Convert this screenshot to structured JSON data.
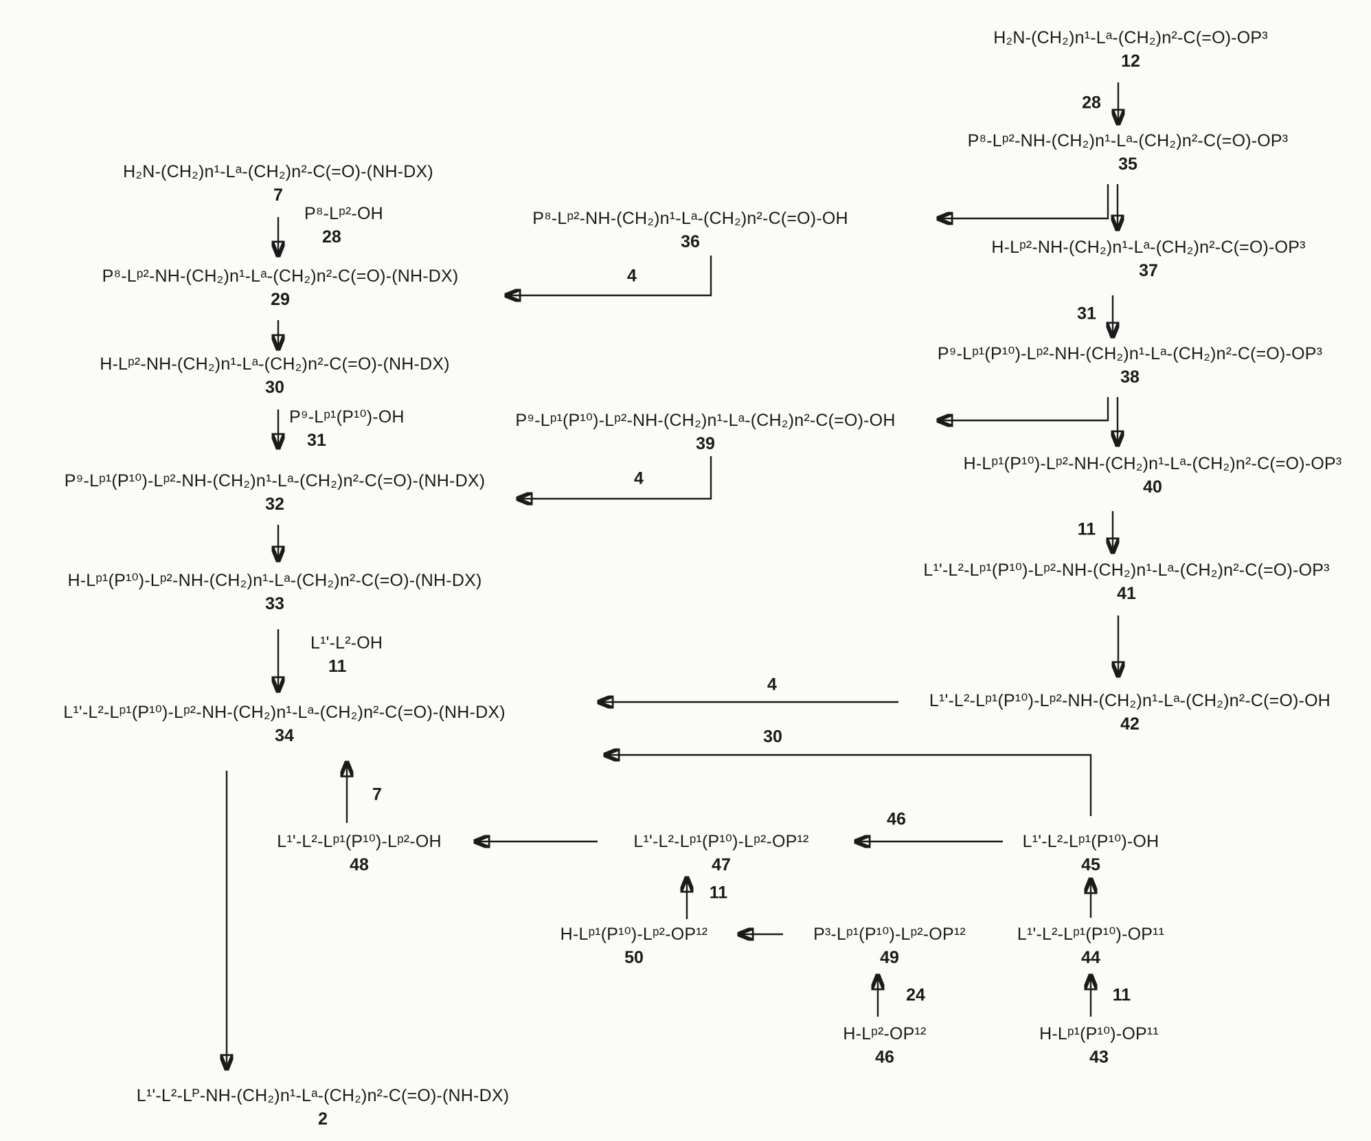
{
  "scheme": {
    "ink_color": "#1a1a1a",
    "background_color": "#fbfbf8"
  },
  "compounds": {
    "c12": {
      "formula": "H₂N-(CH₂)n¹-Lᵃ-(CH₂)n²-C(=O)-OP³",
      "num": "12"
    },
    "c35": {
      "formula": "P⁸-Lᵖ²-NH-(CH₂)n¹-Lᵃ-(CH₂)n²-C(=O)-OP³",
      "num": "35"
    },
    "c36": {
      "formula": "P⁸-Lᵖ²-NH-(CH₂)n¹-Lᵃ-(CH₂)n²-C(=O)-OH",
      "num": "36"
    },
    "c37": {
      "formula": "H-Lᵖ²-NH-(CH₂)n¹-Lᵃ-(CH₂)n²-C(=O)-OP³",
      "num": "37"
    },
    "c38": {
      "formula": "P⁹-Lᵖ¹(P¹⁰)-Lᵖ²-NH-(CH₂)n¹-Lᵃ-(CH₂)n²-C(=O)-OP³",
      "num": "38"
    },
    "c39": {
      "formula": "P⁹-Lᵖ¹(P¹⁰)-Lᵖ²-NH-(CH₂)n¹-Lᵃ-(CH₂)n²-C(=O)-OH",
      "num": "39"
    },
    "c40": {
      "formula": "H-Lᵖ¹(P¹⁰)-Lᵖ²-NH-(CH₂)n¹-Lᵃ-(CH₂)n²-C(=O)-OP³",
      "num": "40"
    },
    "c41": {
      "formula": "L¹'-L²-Lᵖ¹(P¹⁰)-Lᵖ²-NH-(CH₂)n¹-Lᵃ-(CH₂)n²-C(=O)-OP³",
      "num": "41"
    },
    "c42": {
      "formula": "L¹'-L²-Lᵖ¹(P¹⁰)-Lᵖ²-NH-(CH₂)n¹-Lᵃ-(CH₂)n²-C(=O)-OH",
      "num": "42"
    },
    "c7": {
      "formula": "H₂N-(CH₂)n¹-Lᵃ-(CH₂)n²-C(=O)-(NH-DX)",
      "num": "7"
    },
    "c29": {
      "formula": "P⁸-Lᵖ²-NH-(CH₂)n¹-Lᵃ-(CH₂)n²-C(=O)-(NH-DX)",
      "num": "29"
    },
    "c30": {
      "formula": "H-Lᵖ²-NH-(CH₂)n¹-Lᵃ-(CH₂)n²-C(=O)-(NH-DX)",
      "num": "30"
    },
    "c32": {
      "formula": "P⁹-Lᵖ¹(P¹⁰)-Lᵖ²-NH-(CH₂)n¹-Lᵃ-(CH₂)n²-C(=O)-(NH-DX)",
      "num": "32"
    },
    "c33": {
      "formula": "H-Lᵖ¹(P¹⁰)-Lᵖ²-NH-(CH₂)n¹-Lᵃ-(CH₂)n²-C(=O)-(NH-DX)",
      "num": "33"
    },
    "c34": {
      "formula": "L¹'-L²-Lᵖ¹(P¹⁰)-Lᵖ²-NH-(CH₂)n¹-Lᵃ-(CH₂)n²-C(=O)-(NH-DX)",
      "num": "34"
    },
    "c2": {
      "formula": "L¹'-L²-Lᴾ-NH-(CH₂)n¹-Lᵃ-(CH₂)n²-C(=O)-(NH-DX)",
      "num": "2"
    },
    "c48": {
      "formula": "L¹'-L²-Lᵖ¹(P¹⁰)-Lᵖ²-OH",
      "num": "48"
    },
    "c47": {
      "formula": "L¹'-L²-Lᵖ¹(P¹⁰)-Lᵖ²-OP¹²",
      "num": "47"
    },
    "c45": {
      "formula": "L¹'-L²-Lᵖ¹(P¹⁰)-OH",
      "num": "45"
    },
    "c50": {
      "formula": "H-Lᵖ¹(P¹⁰)-Lᵖ²-OP¹²",
      "num": "50"
    },
    "c49": {
      "formula": "P³-Lᵖ¹(P¹⁰)-Lᵖ²-OP¹²",
      "num": "49"
    },
    "c46": {
      "formula": "H-Lᵖ²-OP¹²",
      "num": "46"
    },
    "c44": {
      "formula": "L¹'-L²-Lᵖ¹(P¹⁰)-OP¹¹",
      "num": "44"
    },
    "c43": {
      "formula": "H-Lᵖ¹(P¹⁰)-OP¹¹",
      "num": "43"
    }
  },
  "reagents": {
    "r28": {
      "formula": "P⁸-Lᵖ²-OH",
      "num": "28"
    },
    "r31": {
      "formula": "P⁹-Lᵖ¹(P¹⁰)-OH",
      "num": "31"
    },
    "r11": {
      "formula": "L¹'-L²-OH",
      "num": "11"
    }
  },
  "arrow_labels": {
    "l28": "28",
    "l31": "31",
    "l11a": "11",
    "l4a": "4",
    "l4b": "4",
    "l4c": "4",
    "l30": "30",
    "l7": "7",
    "l46": "46",
    "l11b": "11",
    "l24": "24",
    "l11c": "11"
  }
}
